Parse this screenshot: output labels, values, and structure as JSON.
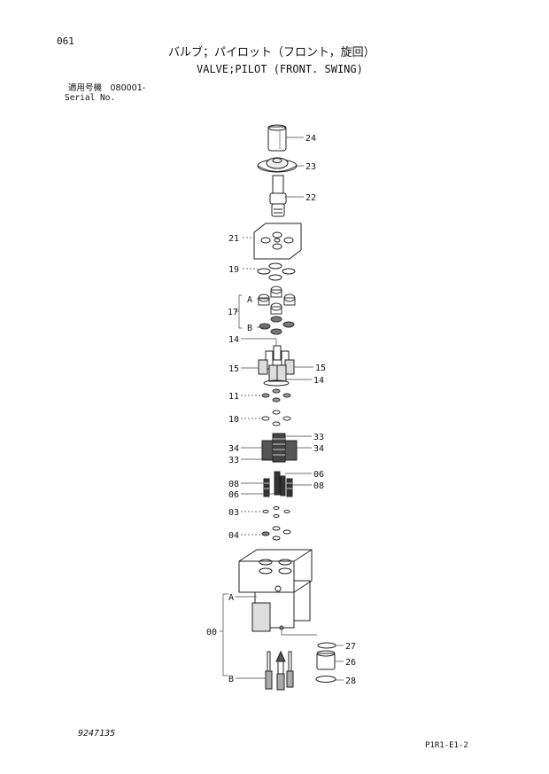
{
  "header": {
    "page_number": "061",
    "title_jp": "バルブ；パイロット（フロント，旋回）",
    "title_en": "VALVE;PILOT (FRONT. SWING)",
    "serial_label_jp": "適用号機　080001-",
    "serial_label_en": "Serial No."
  },
  "callouts": [
    "24",
    "23",
    "22",
    "21",
    "19",
    "A",
    "17",
    "B",
    "14",
    "15",
    "15",
    "14",
    "11",
    "10",
    "34",
    "33",
    "33",
    "34",
    "06",
    "08",
    "08",
    "06",
    "03",
    "04",
    "A",
    "00",
    "27",
    "26",
    "B",
    "28"
  ],
  "footer": {
    "document_number": "9247135",
    "page_code": "P1R1-E1-2"
  }
}
